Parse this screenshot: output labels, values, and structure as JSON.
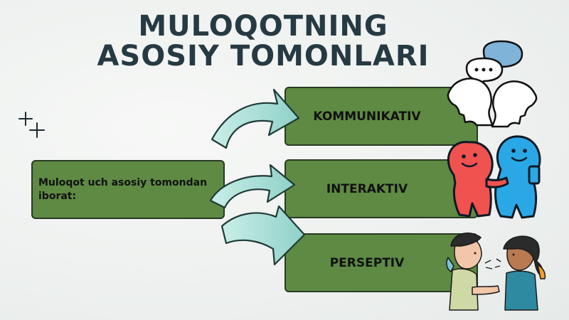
{
  "title": "MULOQOTNING ASOSIY TOMONLARI",
  "source_text": "Muloqot uch asosiy tomondan iborat:",
  "aspects": [
    {
      "label": "KOMMUNIKATIV",
      "illustration": "two-heads-speech-icon"
    },
    {
      "label": "INTERAKTIV",
      "illustration": "friends-hugging-icon"
    },
    {
      "label": "PERSEPTIV",
      "illustration": "children-talking-icon"
    }
  ],
  "colors": {
    "title": "#263a44",
    "box_fill": "#5e8a43",
    "box_border": "#2a3a22",
    "arrow_fill": "#9ad8cf",
    "arrow_outline": "#1f3a38"
  }
}
